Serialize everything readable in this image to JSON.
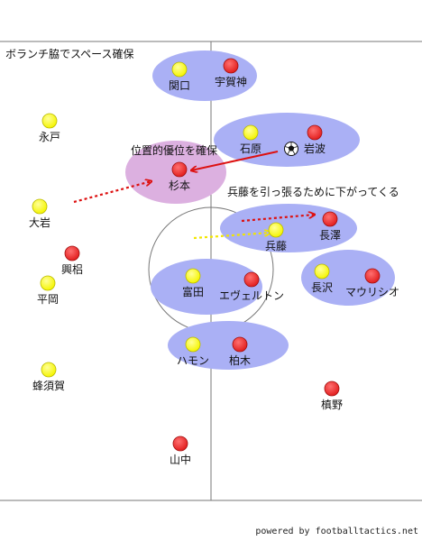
{
  "title": "ボランチ脇でスペース確保",
  "annotations": {
    "positional": "位置的優位を確保",
    "hyodo_note": "兵藤を引っ張るために下がってくる"
  },
  "credit": "powered by footballtactics.net",
  "colors": {
    "team_yellow": "#ffff33",
    "team_red": "#ee3333",
    "zone_blue": "#aab0f5",
    "zone_pink": "#dcb0e0",
    "arrow_red": "#dd1111",
    "arrow_yellow": "#f2e600",
    "line": "#777777"
  },
  "players": [
    {
      "id": "sekiguchi",
      "name": "関口",
      "team": "yellow"
    },
    {
      "id": "ugajin",
      "name": "宇賀神",
      "team": "red"
    },
    {
      "id": "nagato",
      "name": "永戸",
      "team": "yellow"
    },
    {
      "id": "ishihara",
      "name": "石原",
      "team": "yellow"
    },
    {
      "id": "iwanami",
      "name": "岩波",
      "team": "red"
    },
    {
      "id": "sugimoto",
      "name": "杉本",
      "team": "red"
    },
    {
      "id": "oiwa",
      "name": "大岩",
      "team": "yellow"
    },
    {
      "id": "hyodo",
      "name": "兵藤",
      "team": "yellow"
    },
    {
      "id": "nagasawa2",
      "name": "長澤",
      "team": "red"
    },
    {
      "id": "koshimizu",
      "name": "興梠",
      "team": "red"
    },
    {
      "id": "hiraoka",
      "name": "平岡",
      "team": "yellow"
    },
    {
      "id": "tomita",
      "name": "富田",
      "team": "yellow"
    },
    {
      "id": "everton",
      "name": "エヴェルトン",
      "team": "red"
    },
    {
      "id": "nagasawa",
      "name": "長沢",
      "team": "yellow"
    },
    {
      "id": "mauricio",
      "name": "マウリシオ",
      "team": "red"
    },
    {
      "id": "hamon",
      "name": "ハモン",
      "team": "yellow"
    },
    {
      "id": "kashiwagi",
      "name": "柏木",
      "team": "red"
    },
    {
      "id": "hachisuka",
      "name": "蜂須賀",
      "team": "yellow"
    },
    {
      "id": "makino",
      "name": "槙野",
      "team": "red"
    },
    {
      "id": "yamanaka",
      "name": "山中",
      "team": "red"
    }
  ]
}
